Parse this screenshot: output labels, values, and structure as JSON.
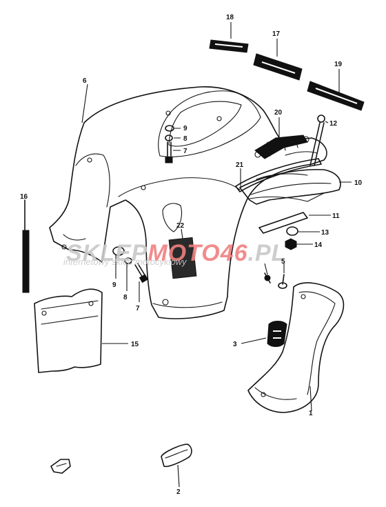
{
  "watermark": {
    "brand_part1": "SKLEP",
    "brand_part2": "MOTO46",
    "brand_part3": ".PL",
    "tagline": "internetowy sklep motocyklowy",
    "color_gray": "#c8c8c8",
    "color_red": "#f08080"
  },
  "callouts": {
    "c1": "1",
    "c2": "2",
    "c3": "3",
    "c5": "5",
    "c6": "6",
    "c7a": "7",
    "c7b": "7",
    "c8a": "8",
    "c8b": "8",
    "c9a": "9",
    "c9b": "9",
    "c10": "10",
    "c11": "11",
    "c12": "12",
    "c13": "13",
    "c14": "14",
    "c15": "15",
    "c16": "16",
    "c17": "17",
    "c18": "18",
    "c19": "19",
    "c20": "20",
    "c21": "21",
    "c22": "22"
  }
}
